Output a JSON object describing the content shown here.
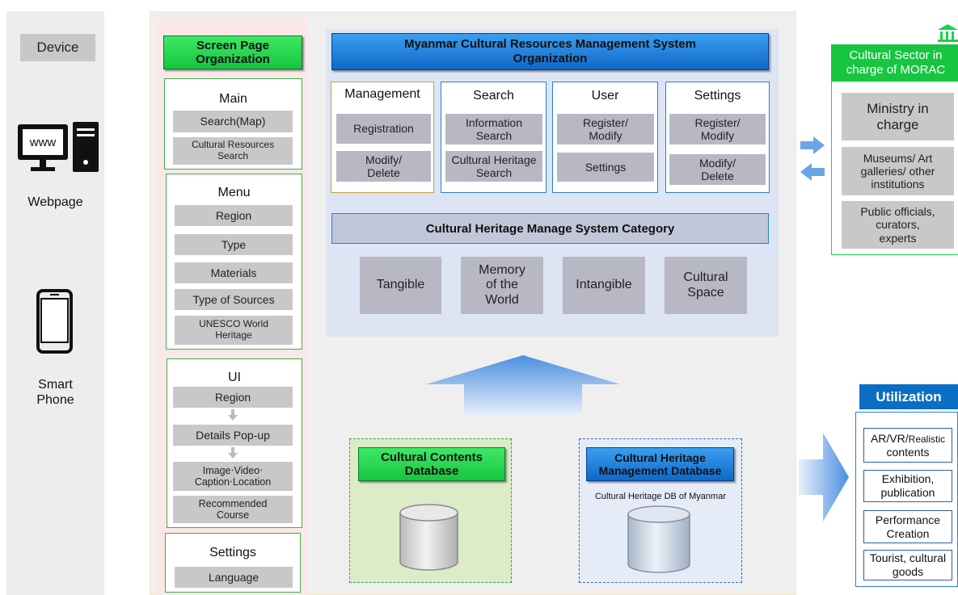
{
  "device_col": {
    "header": "Device",
    "webpage_label": "Webpage",
    "phone_label": "Smart\nPhone",
    "www_text": "www"
  },
  "screen_col": {
    "title": "Screen Page\nOrganization",
    "main": {
      "title": "Main",
      "items": [
        "Search(Map)",
        "Cultural Resources\nSearch"
      ]
    },
    "menu": {
      "title": "Menu",
      "items": [
        "Region",
        "Type",
        "Materials",
        "Type of Sources",
        "UNESCO World\nHeritage"
      ]
    },
    "ui": {
      "title": "UI",
      "items": [
        "Region",
        "Details Pop-up",
        "Image‧Video‧\nCaption‧Location",
        "Recommended\nCourse"
      ]
    },
    "settings": {
      "title": "Settings",
      "items": [
        "Language"
      ]
    }
  },
  "system": {
    "title": "Myanmar Cultural Resources Management System\nOrganization",
    "groups": [
      {
        "title": "Management",
        "items": [
          "Registration",
          "Modify/\nDelete"
        ]
      },
      {
        "title": "Search",
        "items": [
          "Information\nSearch",
          "Cultural Heritage\nSearch"
        ]
      },
      {
        "title": "User",
        "items": [
          "Register/\nModify",
          "Settings"
        ]
      },
      {
        "title": "Settings",
        "items": [
          "Register/\nModify",
          "Modify/\nDelete"
        ]
      }
    ],
    "category_title": "Cultural Heritage Manage System Category",
    "categories": [
      "Tangible",
      "Memory\nof the\nWorld",
      "Intangible",
      "Cultural\nSpace"
    ]
  },
  "databases": {
    "contents": {
      "title": "Cultural Contents\nDatabase"
    },
    "heritage": {
      "title": "Cultural Heritage\nManagement Database",
      "subtitle": "Cultural Heritage DB of Myanmar"
    }
  },
  "sector": {
    "title": "Cultural Sector in\ncharge of MORAC",
    "items": [
      "Ministry in\ncharge",
      "Museums/ Art\ngalleries/ other\ninstitutions",
      "Public officials,\ncurators,\nexperts"
    ]
  },
  "utilization": {
    "title": "Utilization",
    "items": [
      {
        "main": "AR/VR/",
        "small": "Realistic",
        "rest": "contents"
      },
      {
        "main": "Exhibition,\npublication"
      },
      {
        "main": "Performance\nCreation"
      },
      {
        "main": "Tourist, cultural\ngoods"
      }
    ]
  },
  "colors": {
    "green": "#1dd14a",
    "blue": "#1a73d9",
    "panel_green": "#3cb04a",
    "util_blue": "#0070c0"
  }
}
